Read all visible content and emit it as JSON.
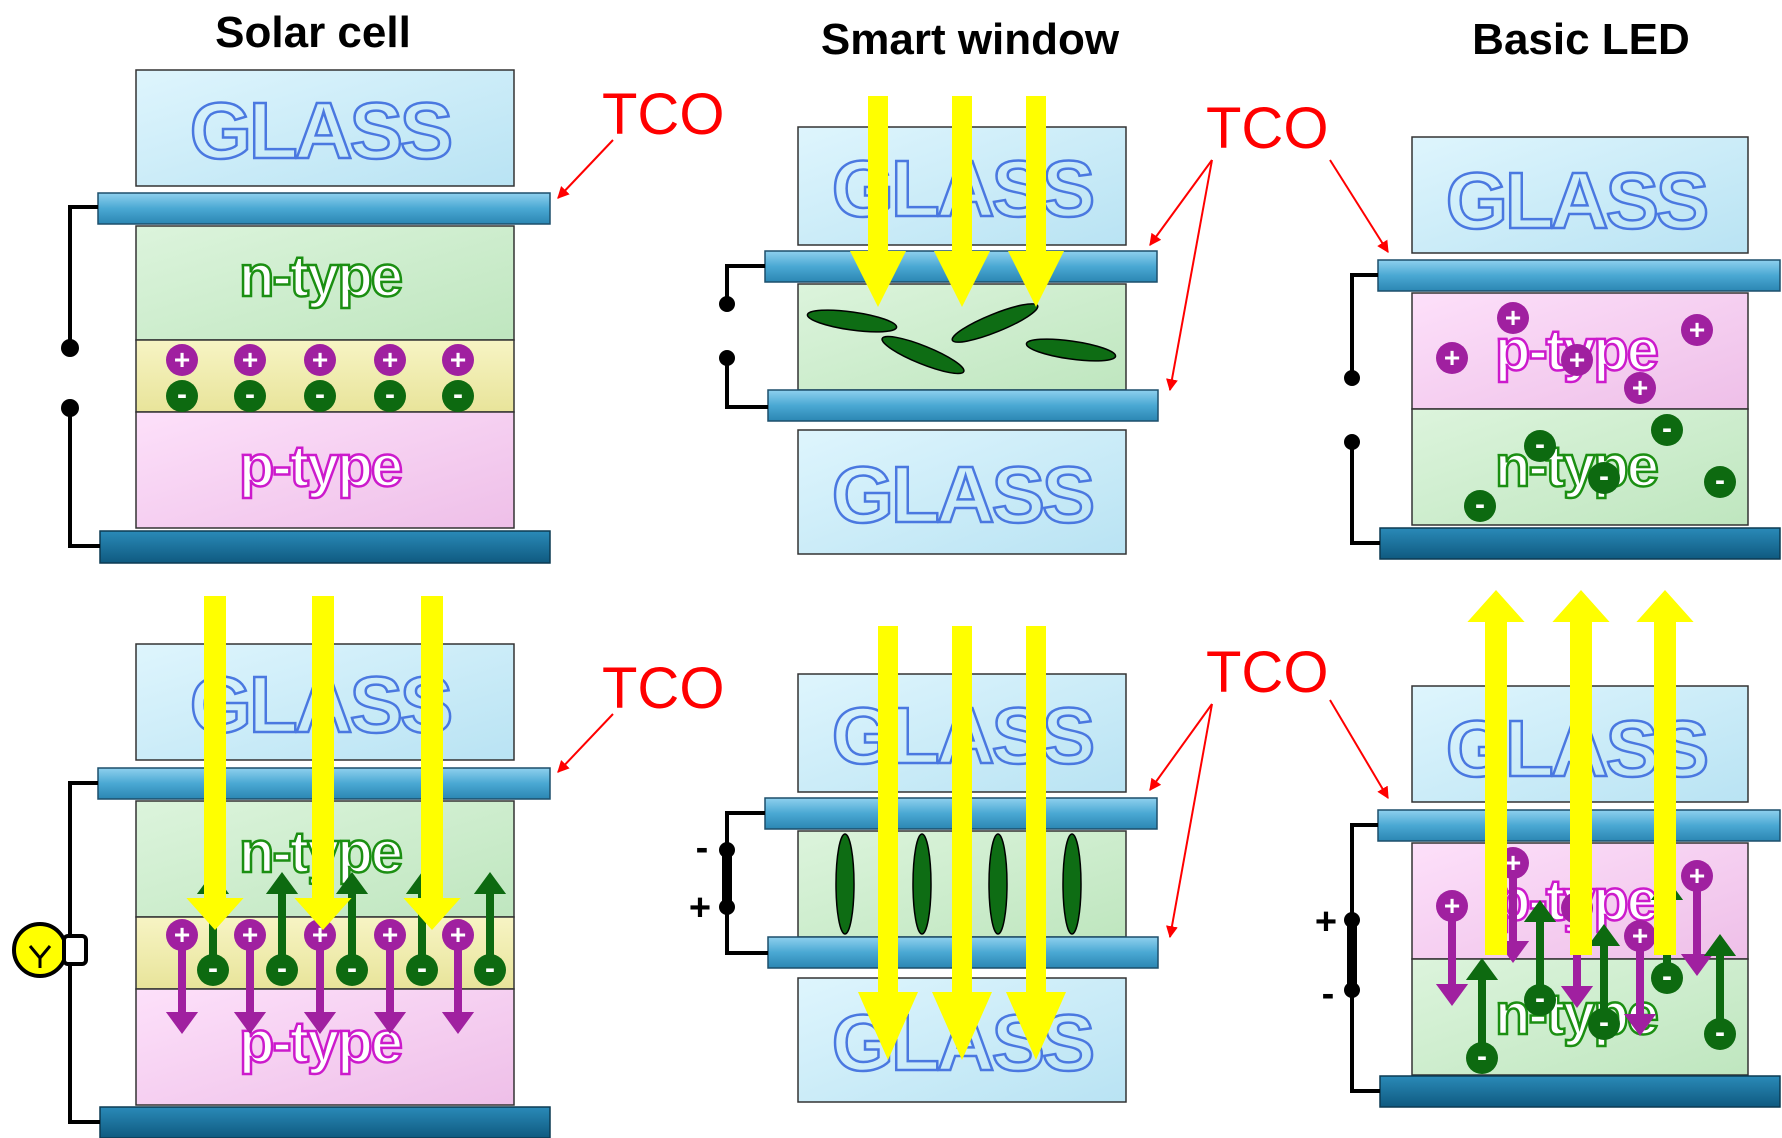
{
  "titles": {
    "solar": "Solar cell",
    "smart": "Smart window",
    "led": "Basic LED"
  },
  "tco_label": "TCO",
  "layers": {
    "glass": "GLASS",
    "n_type": "n-type",
    "p_type": "p-type"
  },
  "charges": {
    "positive": "+",
    "negative": "-"
  },
  "polarity": {
    "positive": "+",
    "negative": "-"
  },
  "colors": {
    "glass": "#cdeefa",
    "tco": "#5bb4dc",
    "tco_dark": "#1a6d96",
    "n_layer": "#cdeecd",
    "p_layer": "#f7ccf2",
    "junction": "#f2efb2",
    "light": "#ffff00",
    "hole": "#a020a0",
    "electron": "#0d6a10",
    "label_red": "#ff0000"
  },
  "icons": {
    "bulb": "lightbulb-icon"
  }
}
